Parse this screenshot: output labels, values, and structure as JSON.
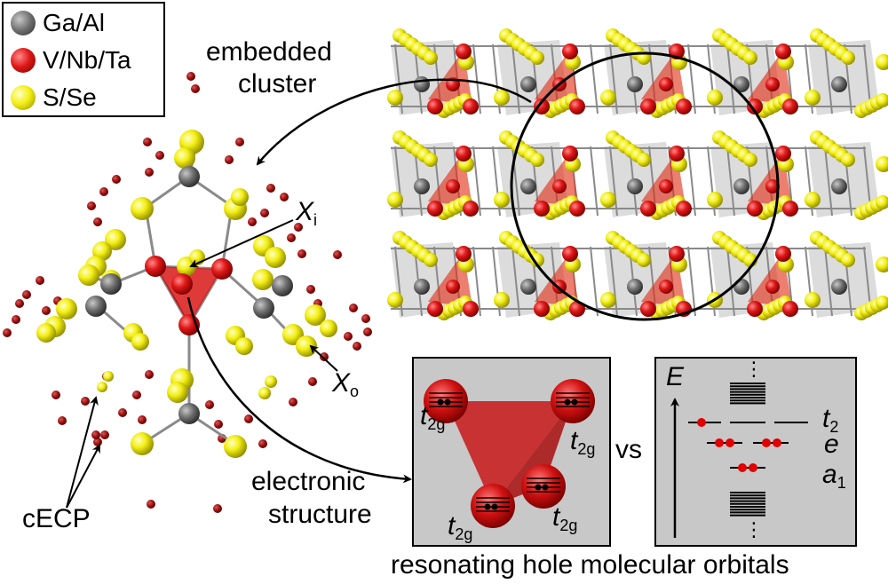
{
  "legend": {
    "items": [
      {
        "label": "Ga/Al",
        "color": "#6e6e6e"
      },
      {
        "label": "V/Nb/Ta",
        "color": "#d91414"
      },
      {
        "label": "S/Se",
        "color": "#f2ee10"
      }
    ]
  },
  "labels": {
    "embedded": "embedded",
    "cluster": "cluster",
    "xi_base": "X",
    "xi_sub": "i",
    "xo_base": "X",
    "xo_sub": "o",
    "cecp": "cECP",
    "electronic": "electronic",
    "structure": "structure",
    "vs": "vs",
    "caption": "resonating hole molecular orbitals"
  },
  "tetra_panel": {
    "site_base": "t",
    "site_sub": "2g"
  },
  "mo_panel": {
    "energy_axis": "E",
    "levels": [
      {
        "base": "t",
        "sub": "2"
      },
      {
        "base": "e",
        "sub": ""
      },
      {
        "base": "a",
        "sub": "1"
      }
    ],
    "dots": "⋮"
  }
}
